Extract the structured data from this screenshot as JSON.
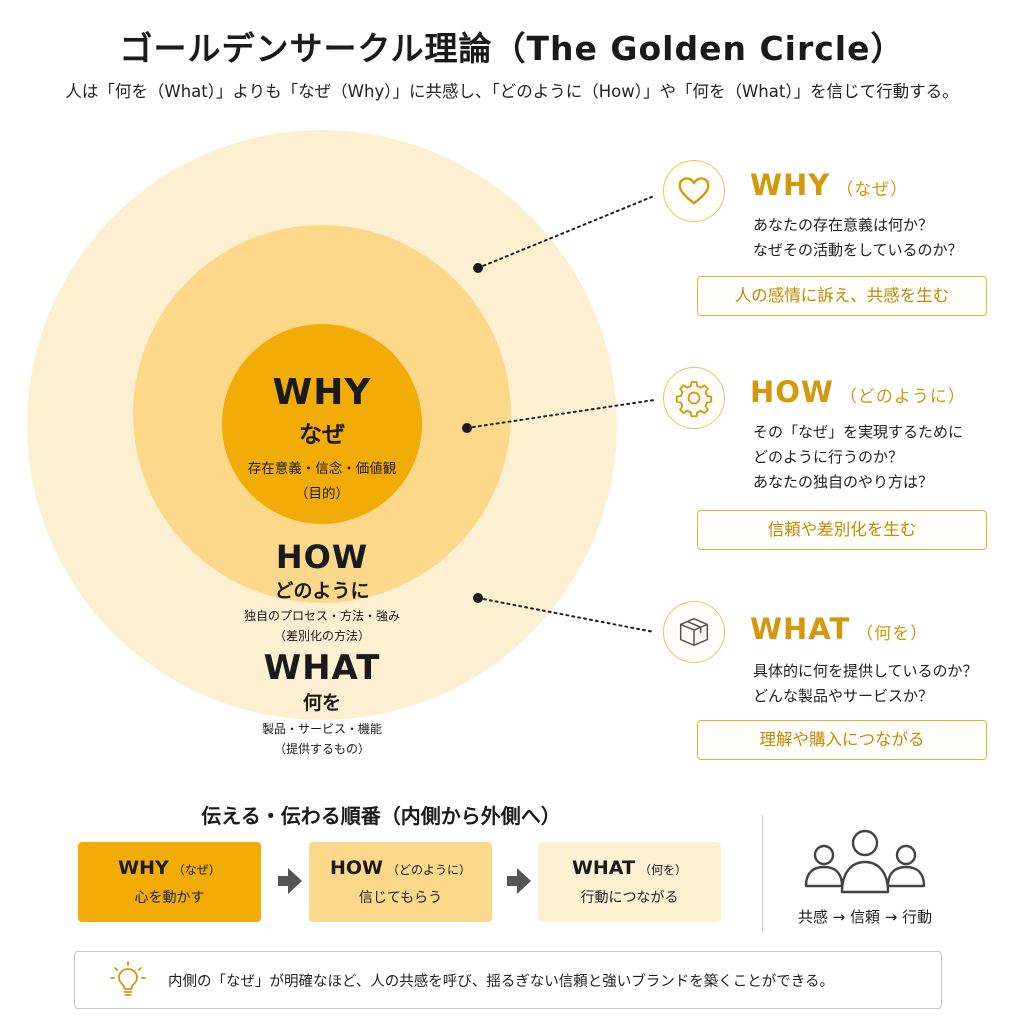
{
  "header": {
    "title": "ゴールデンサークル理論（The Golden Circle）",
    "subtitle": "人は「何を（What）」よりも「なぜ（Why）」に共感し、「どのように（How）」や「何を（What）」を信じて行動する。"
  },
  "rings": {
    "why": {
      "title": "WHY",
      "jp": "なぜ",
      "desc": "存在意義・信念・価値観",
      "note": "（目的）"
    },
    "how": {
      "title": "HOW",
      "jp": "どのように",
      "desc": "独自のプロセス・方法・強み",
      "note": "（差別化の方法）"
    },
    "what": {
      "title": "WHAT",
      "jp": "何を",
      "desc": "製品・サービス・機能",
      "note": "（提供するもの）"
    }
  },
  "side": {
    "why": {
      "icon": "heart-icon",
      "title": "WHY",
      "sub": "（なぜ）",
      "q1": "あなたの存在意義は何か？",
      "q2": "なぜその活動をしているのか？",
      "box": "人の感情に訴え、共感を生む"
    },
    "how": {
      "icon": "gear-icon",
      "title": "HOW",
      "sub": "（どのように）",
      "q1": "その「なぜ」を実現するために",
      "q2": "どのように行うのか？",
      "q3": "あなたの独自のやり方は？",
      "box": "信頼や差別化を生む"
    },
    "what": {
      "icon": "box-icon",
      "title": "WHAT",
      "sub": "（何を）",
      "q1": "具体的に何を提供しているのか？",
      "q2": "どんな製品やサービスか？",
      "box": "理解や購入につながる"
    }
  },
  "order": {
    "title": "伝える・伝わる順番（内側から外側へ）",
    "steps": [
      {
        "title": "WHY",
        "sub": "（なぜ）",
        "desc": "心を動かす",
        "color": "#f1ac08"
      },
      {
        "title": "HOW",
        "sub": "（どのように）",
        "desc": "信じてもらう",
        "color": "#fcd88a"
      },
      {
        "title": "WHAT",
        "sub": "（何を）",
        "desc": "行動につながる",
        "color": "#fdefd2"
      }
    ],
    "people_icon": "people-icon",
    "people_caption": "共感 → 信頼 → 行動"
  },
  "note": {
    "icon": "lightbulb-icon",
    "text": "内側の「なぜ」が明確なほど、人の共感を呼び、揺るぎない信頼と強いブランドを築くことができる。"
  },
  "colors": {
    "outer": "#fdefd2",
    "middle": "#fcd88a",
    "inner": "#f1ac08",
    "accent": "#d4980a"
  }
}
